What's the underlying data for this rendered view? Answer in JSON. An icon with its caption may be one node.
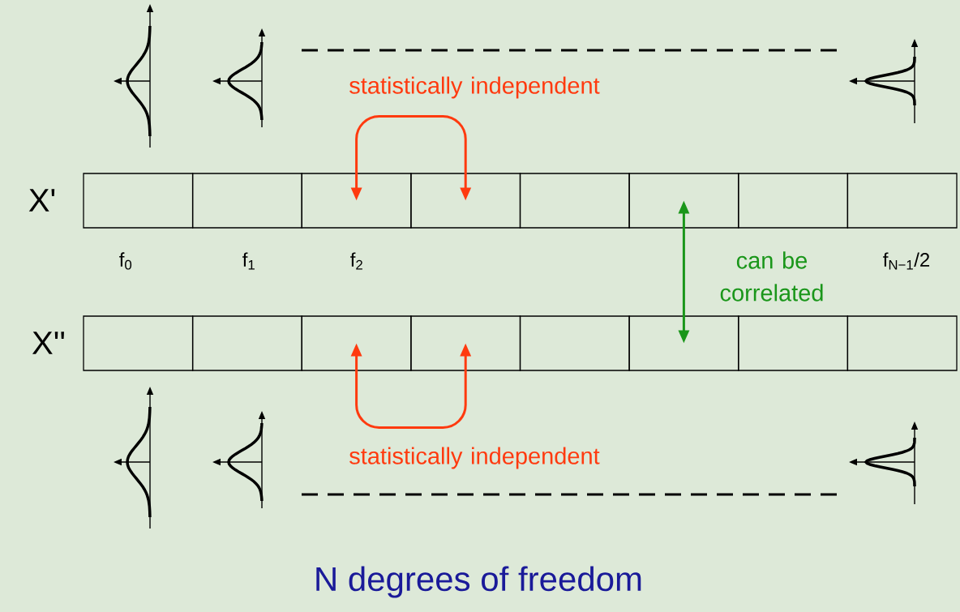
{
  "diagram": {
    "caption": "N degrees of freedom",
    "nodes": [
      {
        "text": [],
        "shape": "box",
        "beside": [
          "X'"
        ]
      },
      {
        "text": [],
        "shape": "box"
      },
      {
        "text": [],
        "shape": "box"
      },
      {
        "text": [],
        "shape": "box"
      },
      {
        "text": [],
        "shape": "box"
      },
      {
        "text": [],
        "shape": "box"
      },
      {
        "text": [],
        "shape": "box"
      },
      {
        "text": [],
        "shape": "box"
      },
      {
        "text": [],
        "shape": "box",
        "beside": [
          "X''"
        ]
      },
      {
        "text": [],
        "shape": "box"
      },
      {
        "text": [],
        "shape": "box"
      },
      {
        "text": [],
        "shape": "box"
      },
      {
        "text": [],
        "shape": "box"
      },
      {
        "text": [],
        "shape": "box"
      },
      {
        "text": [],
        "shape": "box"
      },
      {
        "text": [],
        "shape": "box"
      }
    ],
    "edges": [
      {
        "from": 2,
        "to": 3,
        "arrow": "both",
        "label": "statistically independent"
      },
      {
        "from": 10,
        "to": 11,
        "arrow": "both",
        "label": "statistically independent"
      },
      {
        "from": 5,
        "to": 13,
        "arrow": "both",
        "label": "can be correlated",
        "color": "#1a961a"
      }
    ],
    "labels": [
      "f$_{0}$",
      "f$_{1}$",
      "f$_{2}$",
      "f$_{N−1}$/2"
    ]
  }
}
